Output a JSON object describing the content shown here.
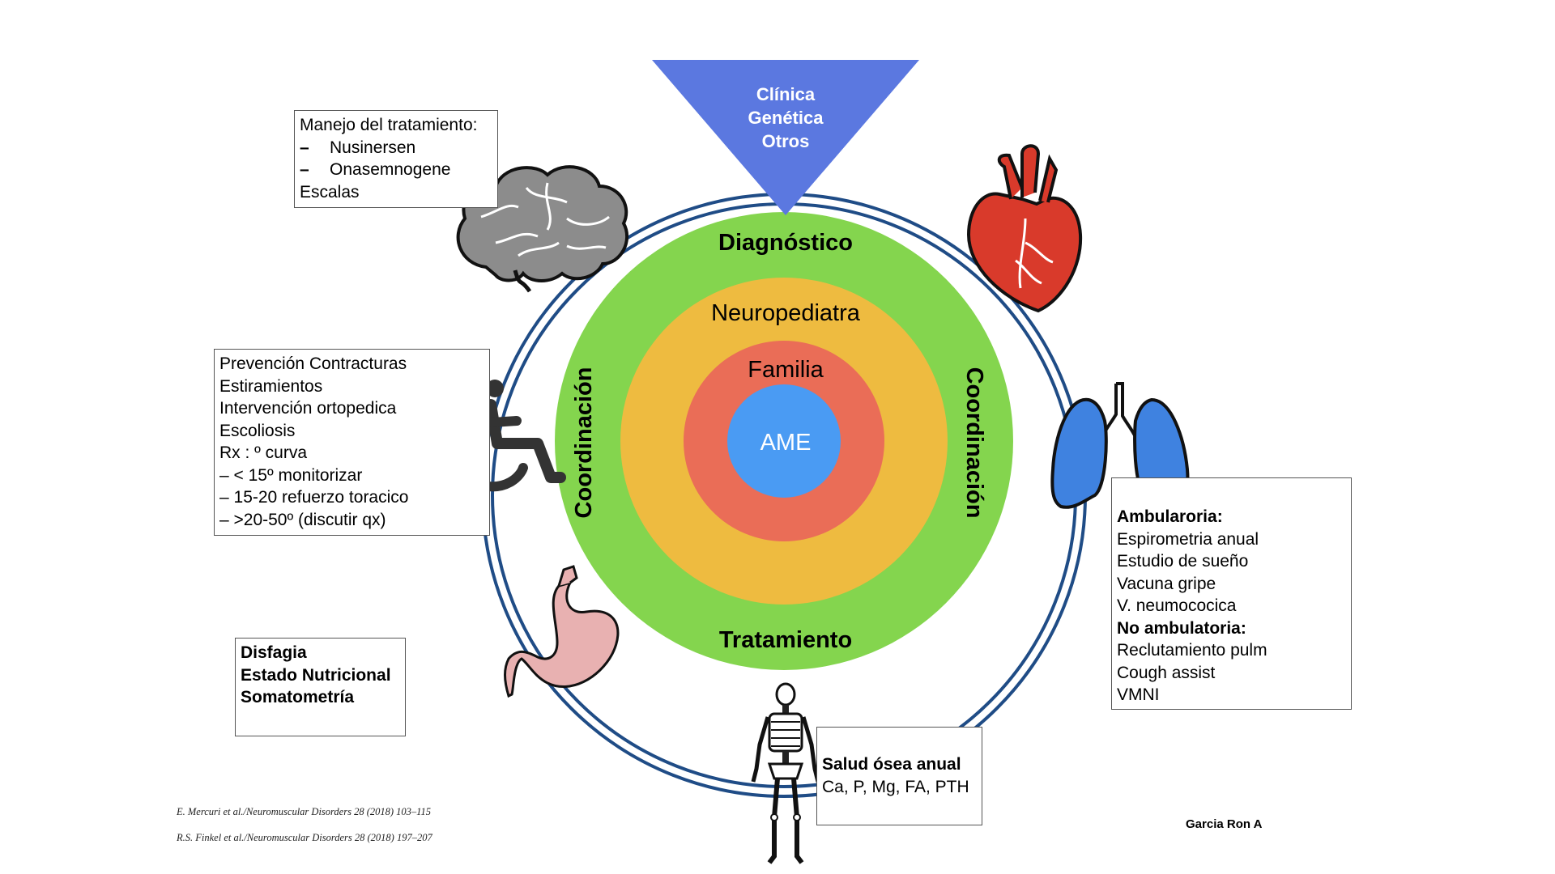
{
  "triangle": {
    "lines": [
      "Clínica",
      "Genética",
      "Otros"
    ],
    "color": "#5B78E0"
  },
  "rings": {
    "outer_label_top": "Diagnóstico",
    "outer_label_bottom": "Tratamiento",
    "outer_label_left": "Coordinación",
    "outer_label_right": "Coordinación",
    "middle_label": "Neuropediatra",
    "inner_label": "Familia",
    "core_label": "AME",
    "colors": {
      "outer": "#84D54E",
      "middle": "#EEBB40",
      "inner": "#EA6D57",
      "core": "#4A9BF3",
      "frame": "#1F4C86"
    }
  },
  "boxes": {
    "treatment": {
      "title": "Manejo del tratamiento:",
      "items": [
        {
          "bullet": "–",
          "text": "Nusinersen"
        },
        {
          "bullet": "–",
          "text": "Onasemnogene"
        }
      ],
      "footer": "Escalas"
    },
    "orthopedic": {
      "lines": [
        "Prevención Contracturas",
        "Estiramientos",
        "Intervención ortopedica",
        "Escoliosis",
        "Rx : º curva",
        "– < 15º monitorizar",
        "– 15-20 refuerzo toracico",
        "– >20-50º (discutir qx)"
      ]
    },
    "nutrition": {
      "lines": [
        "Disfagia",
        "Estado Nutricional",
        "Somatometría"
      ]
    },
    "bone": {
      "title": "Salud ósea anual",
      "text": "Ca, P, Mg, FA, PTH"
    },
    "respiratory": {
      "sections": [
        {
          "heading": "Ambularoria:",
          "items": [
            "Espirometria anual",
            "Estudio de sueño",
            "Vacuna gripe",
            "V. neumococica"
          ]
        },
        {
          "heading": "No ambulatoria:",
          "items": [
            "Reclutamiento pulm",
            "Cough assist",
            "VMNI"
          ]
        }
      ]
    }
  },
  "icons": [
    "brain-icon",
    "heart-icon",
    "lungs-icon",
    "wheelchair-icon",
    "stomach-icon",
    "skeleton-icon"
  ],
  "references": [
    "E. Mercuri et al./Neuromuscular Disorders 28 (2018) 103–115",
    "R.S. Finkel et al./Neuromuscular Disorders 28 (2018) 197–207"
  ],
  "author": "Garcia Ron A"
}
